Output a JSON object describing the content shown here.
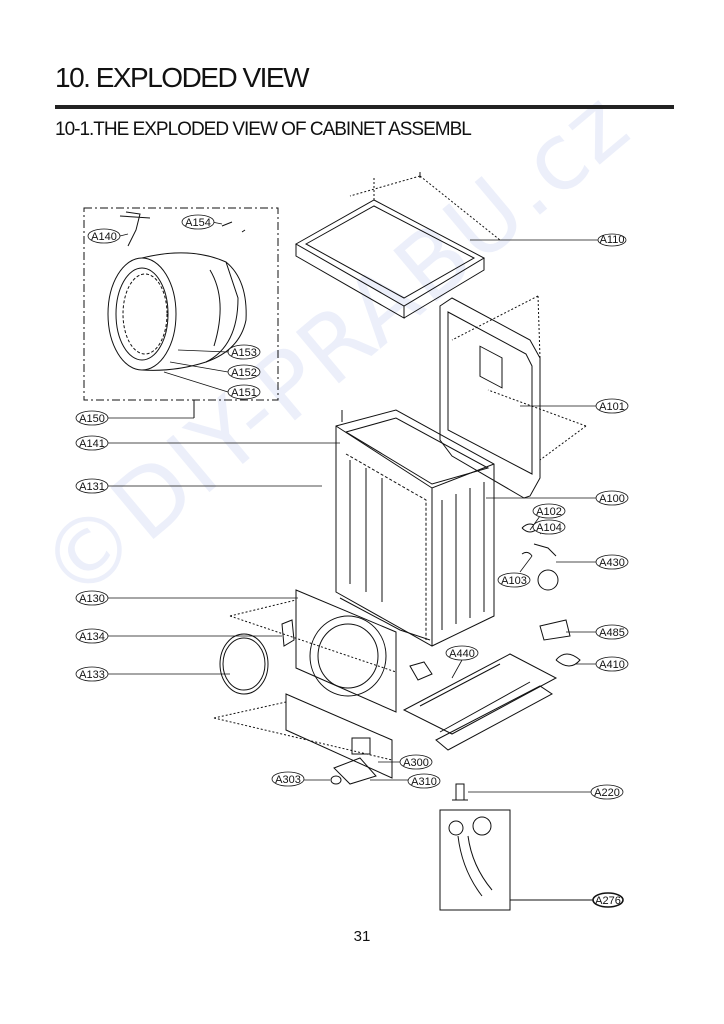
{
  "header": {
    "title": "10. EXPLODED VIEW",
    "subtitle": "10-1.THE EXPLODED VIEW OF CABINET ASSEMBL"
  },
  "watermark": "©DIY-PRABU.cz",
  "page_number": "31",
  "callouts": {
    "a110": "A110",
    "a101": "A101",
    "a100": "A100",
    "a102": "A102",
    "a104": "A104",
    "a103": "A103",
    "a430": "A430",
    "a485": "A485",
    "a410": "A410",
    "a440": "A440",
    "a220": "A220",
    "a276": "A276",
    "a300": "A300",
    "a310": "A310",
    "a303": "A303",
    "a130": "A130",
    "a134": "A134",
    "a133": "A133",
    "a131": "A131",
    "a141": "A141",
    "a150": "A150",
    "a151": "A151",
    "a152": "A152",
    "a153": "A153",
    "a140": "A140",
    "a154": "A154"
  },
  "colors": {
    "ink": "#111111",
    "watermark": "#6e82dc"
  }
}
